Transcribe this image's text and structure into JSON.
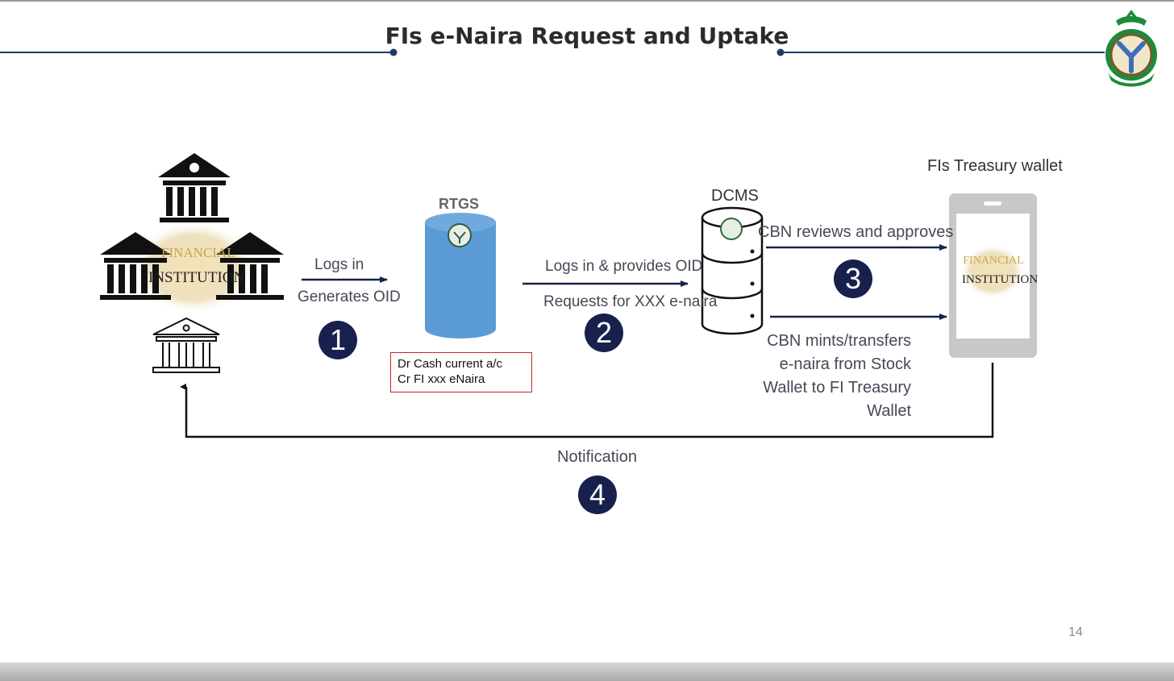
{
  "title": "FIs e-Naira Request and Uptake",
  "page_number": "14",
  "colors": {
    "title_line": "#1f3a68",
    "arrow": "#18214d",
    "badge": "#18214d",
    "cylinder": "#5b9bd5",
    "ledger_border": "#c1272d",
    "phone": "#c8c8c8",
    "logo_green": "#1e8a3c"
  },
  "nodes": {
    "fi_label_top": "FINANCIAL",
    "fi_label_bottom": "INSTITUTION",
    "rtgs_label": "RTGS",
    "dcms_label": "DCMS",
    "wallet_label": "FIs Treasury wallet"
  },
  "ledger": {
    "line1": "Dr Cash current a/c",
    "line2": "Cr FI xxx eNaira"
  },
  "steps": [
    {
      "number": "1",
      "label_top": "Logs in",
      "label_bottom": "Generates OID"
    },
    {
      "number": "2",
      "label_top": "Logs in & provides OID",
      "label_bottom": "Requests for XXX e-naira"
    },
    {
      "number": "3",
      "label_top": "CBN reviews and approves"
    },
    {
      "number": "4",
      "label_top": "Notification"
    }
  ],
  "mint_text": [
    "CBN mints/transfers",
    "e-naira from Stock",
    "Wallet to FI Treasury",
    "Wallet"
  ],
  "icons": {
    "bank": "bank-building-icon",
    "database": "database-icon",
    "phone": "mobile-phone-icon",
    "logo": "cbn-logo"
  }
}
